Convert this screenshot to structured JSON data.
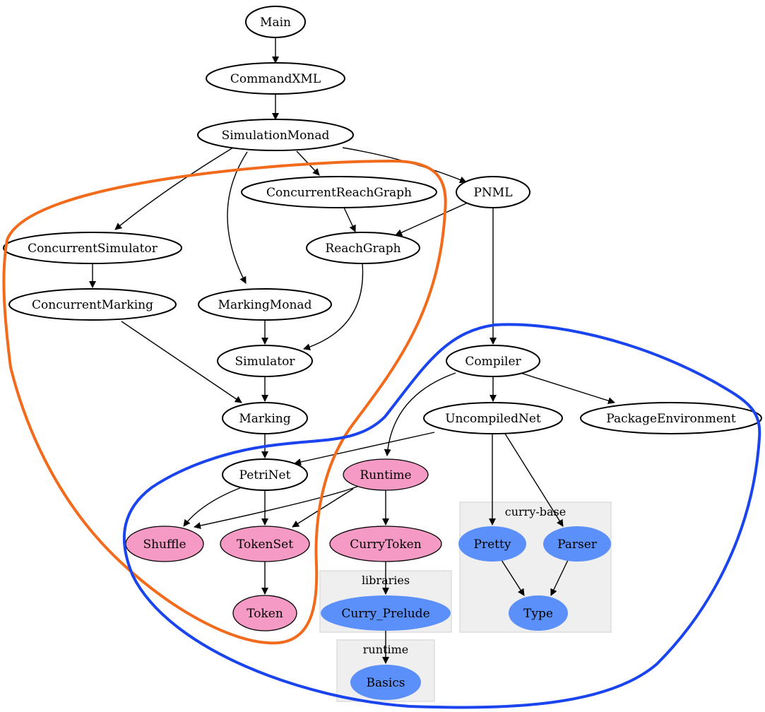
{
  "colors": {
    "node_default_fill": "#ffffff",
    "node_pink_fill": "#f49ac4",
    "node_blue_fill": "#5b8ff9",
    "cluster_fill": "#efefef",
    "cluster_stroke": "#dddddd",
    "edge": "#000000",
    "orange_outline": "#f26b1d",
    "blue_outline": "#1a44ee"
  },
  "clusters": [
    {
      "id": "curry-base",
      "label": "curry-base"
    },
    {
      "id": "libraries",
      "label": "libraries"
    },
    {
      "id": "runtime",
      "label": "runtime"
    }
  ],
  "nodes": [
    {
      "id": "main",
      "label": "Main",
      "style": "default"
    },
    {
      "id": "commandxml",
      "label": "CommandXML",
      "style": "default"
    },
    {
      "id": "simulationmonad",
      "label": "SimulationMonad",
      "style": "default"
    },
    {
      "id": "concurrentreachgraph",
      "label": "ConcurrentReachGraph",
      "style": "default"
    },
    {
      "id": "pnml",
      "label": "PNML",
      "style": "default"
    },
    {
      "id": "concurrentsimulator",
      "label": "ConcurrentSimulator",
      "style": "default"
    },
    {
      "id": "reachgraph",
      "label": "ReachGraph",
      "style": "default"
    },
    {
      "id": "concurrentmarking",
      "label": "ConcurrentMarking",
      "style": "default"
    },
    {
      "id": "markingmonad",
      "label": "MarkingMonad",
      "style": "default"
    },
    {
      "id": "simulator",
      "label": "Simulator",
      "style": "default"
    },
    {
      "id": "compiler",
      "label": "Compiler",
      "style": "default"
    },
    {
      "id": "marking",
      "label": "Marking",
      "style": "default"
    },
    {
      "id": "uncompilednet",
      "label": "UncompiledNet",
      "style": "default"
    },
    {
      "id": "packageenvironment",
      "label": "PackageEnvironment",
      "style": "default"
    },
    {
      "id": "petrinet",
      "label": "PetriNet",
      "style": "default"
    },
    {
      "id": "runtime",
      "label": "Runtime",
      "style": "pink"
    },
    {
      "id": "shuffle",
      "label": "Shuffle",
      "style": "pink"
    },
    {
      "id": "tokenset",
      "label": "TokenSet",
      "style": "pink"
    },
    {
      "id": "currytoken",
      "label": "CurryToken",
      "style": "pink"
    },
    {
      "id": "pretty",
      "label": "Pretty",
      "style": "blue"
    },
    {
      "id": "parser",
      "label": "Parser",
      "style": "blue"
    },
    {
      "id": "token",
      "label": "Token",
      "style": "pink"
    },
    {
      "id": "curry_prelude",
      "label": "Curry_Prelude",
      "style": "blue"
    },
    {
      "id": "type",
      "label": "Type",
      "style": "blue"
    },
    {
      "id": "basics",
      "label": "Basics",
      "style": "blue"
    }
  ],
  "edges": [
    {
      "from": "main",
      "to": "commandxml"
    },
    {
      "from": "commandxml",
      "to": "simulationmonad"
    },
    {
      "from": "simulationmonad",
      "to": "concurrentsimulator"
    },
    {
      "from": "simulationmonad",
      "to": "markingmonad"
    },
    {
      "from": "simulationmonad",
      "to": "concurrentreachgraph"
    },
    {
      "from": "simulationmonad",
      "to": "pnml"
    },
    {
      "from": "concurrentreachgraph",
      "to": "reachgraph"
    },
    {
      "from": "pnml",
      "to": "reachgraph"
    },
    {
      "from": "pnml",
      "to": "compiler"
    },
    {
      "from": "concurrentsimulator",
      "to": "concurrentmarking"
    },
    {
      "from": "concurrentmarking",
      "to": "marking"
    },
    {
      "from": "markingmonad",
      "to": "simulator"
    },
    {
      "from": "reachgraph",
      "to": "simulator"
    },
    {
      "from": "simulator",
      "to": "marking"
    },
    {
      "from": "compiler",
      "to": "uncompilednet"
    },
    {
      "from": "compiler",
      "to": "packageenvironment"
    },
    {
      "from": "compiler",
      "to": "runtime"
    },
    {
      "from": "marking",
      "to": "petrinet"
    },
    {
      "from": "uncompilednet",
      "to": "petrinet"
    },
    {
      "from": "uncompilednet",
      "to": "pretty"
    },
    {
      "from": "uncompilednet",
      "to": "parser"
    },
    {
      "from": "petrinet",
      "to": "shuffle"
    },
    {
      "from": "petrinet",
      "to": "tokenset"
    },
    {
      "from": "runtime",
      "to": "shuffle"
    },
    {
      "from": "runtime",
      "to": "tokenset"
    },
    {
      "from": "runtime",
      "to": "currytoken"
    },
    {
      "from": "tokenset",
      "to": "token"
    },
    {
      "from": "currytoken",
      "to": "curry_prelude"
    },
    {
      "from": "curry_prelude",
      "to": "basics"
    },
    {
      "from": "pretty",
      "to": "type"
    },
    {
      "from": "parser",
      "to": "type"
    }
  ]
}
